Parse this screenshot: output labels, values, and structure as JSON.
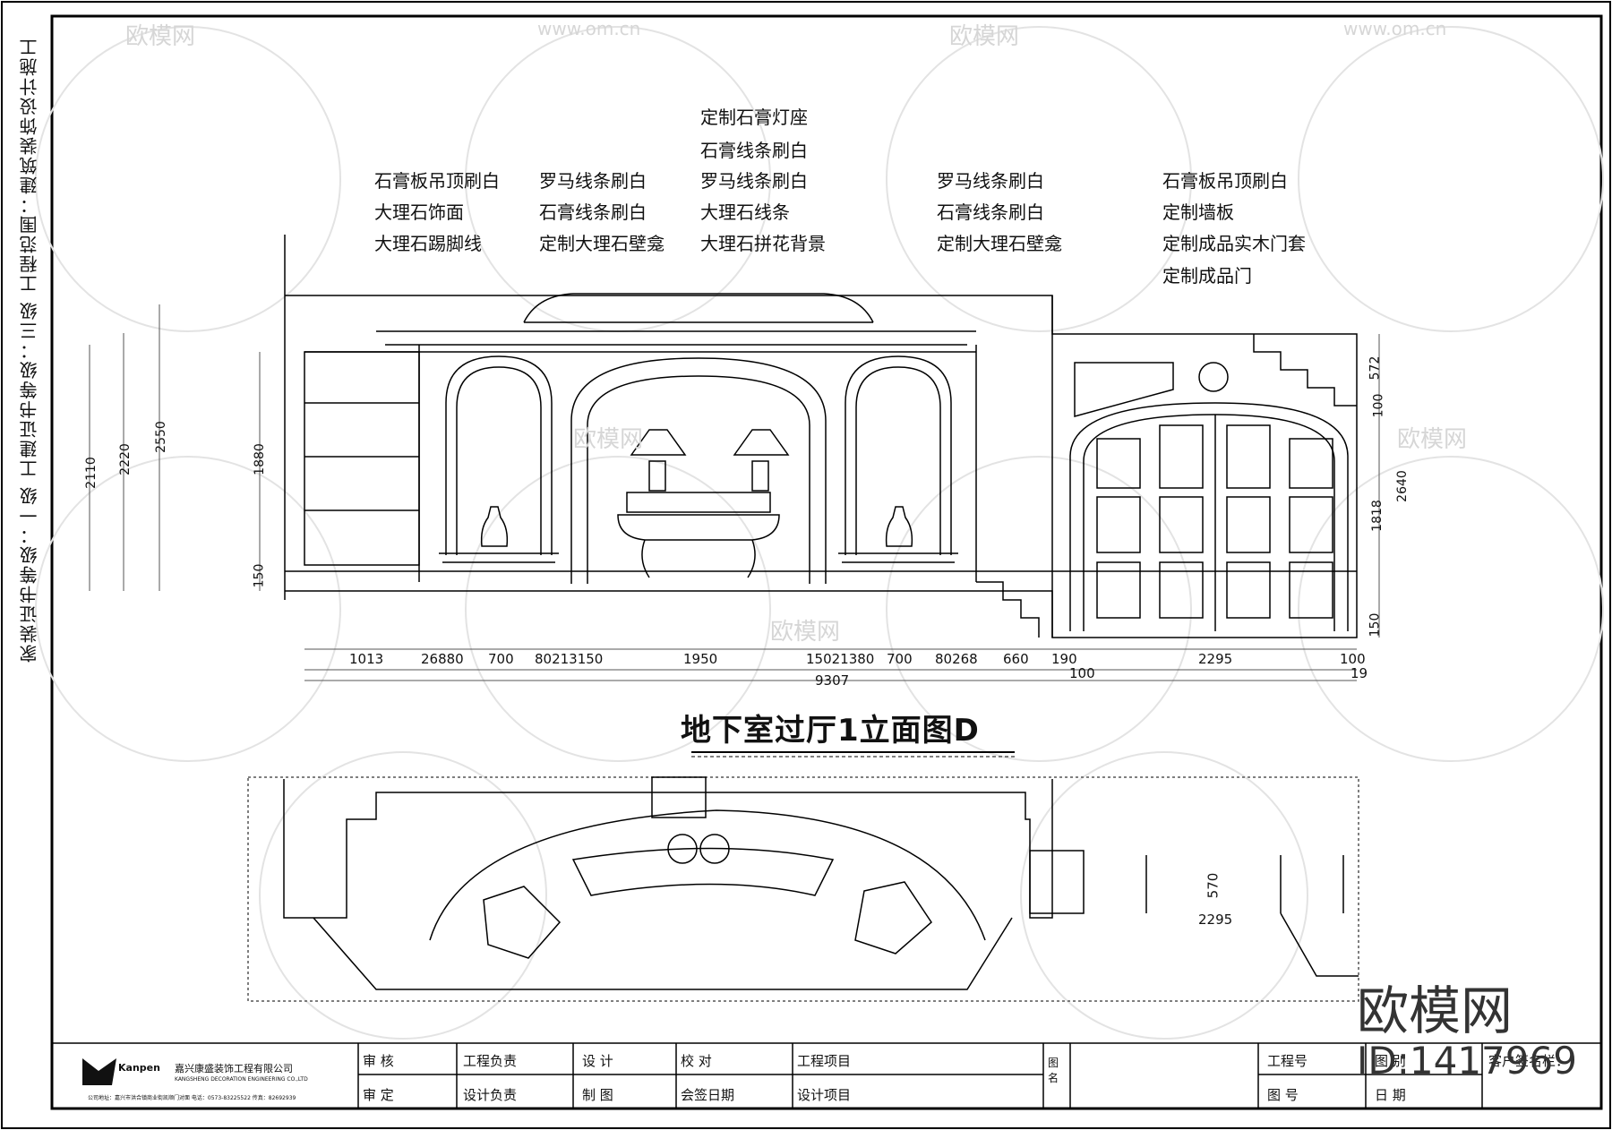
{
  "side_note": "家装证书等级：一级    工建证书等级：三级    工程范围：建筑装饰设计施工",
  "labels": {
    "col1": [
      "石膏板吊顶刷白",
      "大理石饰面",
      "大理石踢脚线"
    ],
    "col2": [
      "罗马线条刷白",
      "石膏线条刷白",
      "定制大理石壁龛"
    ],
    "col3": [
      "定制石膏灯座",
      "石膏线条刷白",
      "罗马线条刷白",
      "大理石线条",
      "大理石拼花背景"
    ],
    "col4": [
      "罗马线条刷白",
      "石膏线条刷白",
      "定制大理石壁龛"
    ],
    "col5": [
      "石膏板吊顶刷白",
      "定制墙板",
      "定制成品实木门套",
      "定制成品门"
    ]
  },
  "dims": {
    "left_heights": [
      "2110",
      "2220",
      "2550",
      "1880",
      "150"
    ],
    "right_heights": [
      "572",
      "100",
      "2640",
      "1818",
      "150"
    ],
    "bottom": [
      "1013",
      "26880",
      "700",
      "80213150",
      "1950",
      "15021380",
      "700",
      "80268",
      "660",
      "190",
      "100",
      "2295",
      "100",
      "19"
    ],
    "total": "9307",
    "plan": [
      "570",
      "2295"
    ]
  },
  "drawing_title": "地下室过厅1立面图D",
  "watermarks": {
    "brand": "欧模网",
    "url": "www.om.cn"
  },
  "title_block": {
    "company_cn": "嘉兴康盛装饰工程有限公司",
    "company_en": "KANGSHENG DECORATION ENGINEERING CO.,LTD",
    "logo_text": "Kanpen",
    "address": "公司地址：嘉兴市洪合镇商业街凯顺门对面    电话：0573-83225522  传真：82692939",
    "cells": [
      "审 核",
      "审 定",
      "工程负责",
      "设计负责",
      "设 计",
      "制 图",
      "校 对",
      "会签日期",
      "工程项目",
      "设计项目",
      "图名",
      "工程号",
      "图 号",
      "图 别",
      "日 期",
      "客户签名栏："
    ]
  },
  "footer": {
    "brand": "欧模网",
    "id": "ID:1417969"
  }
}
